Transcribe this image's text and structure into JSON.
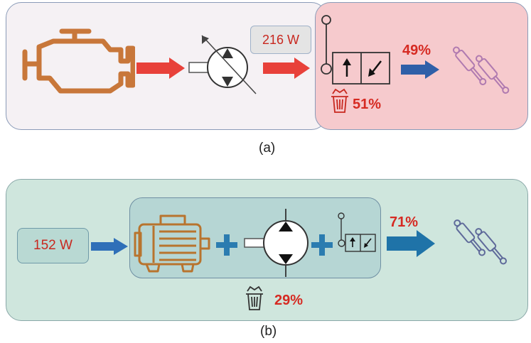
{
  "panel_a": {
    "input_power": "216 W",
    "output_percent": "49%",
    "loss_percent": "51%",
    "caption": "(a)"
  },
  "panel_b": {
    "input_power": "152 W",
    "output_percent": "71%",
    "loss_percent": "29%",
    "caption": "(b)"
  },
  "colors": {
    "engine": "#c8773a",
    "red_arrow": "#e8413a",
    "blue_arrow": "#2f6fb8",
    "teal_blue": "#2b7cb0",
    "loss_red": "#d62a22",
    "cylinder": "#b07ab0",
    "panel_a_left_bg": "#f5f1f4",
    "panel_a_right_bg": "#f6cacd",
    "panel_b_bg": "#cfe6dd",
    "panel_b_inner_bg": "#b6d6d4"
  }
}
